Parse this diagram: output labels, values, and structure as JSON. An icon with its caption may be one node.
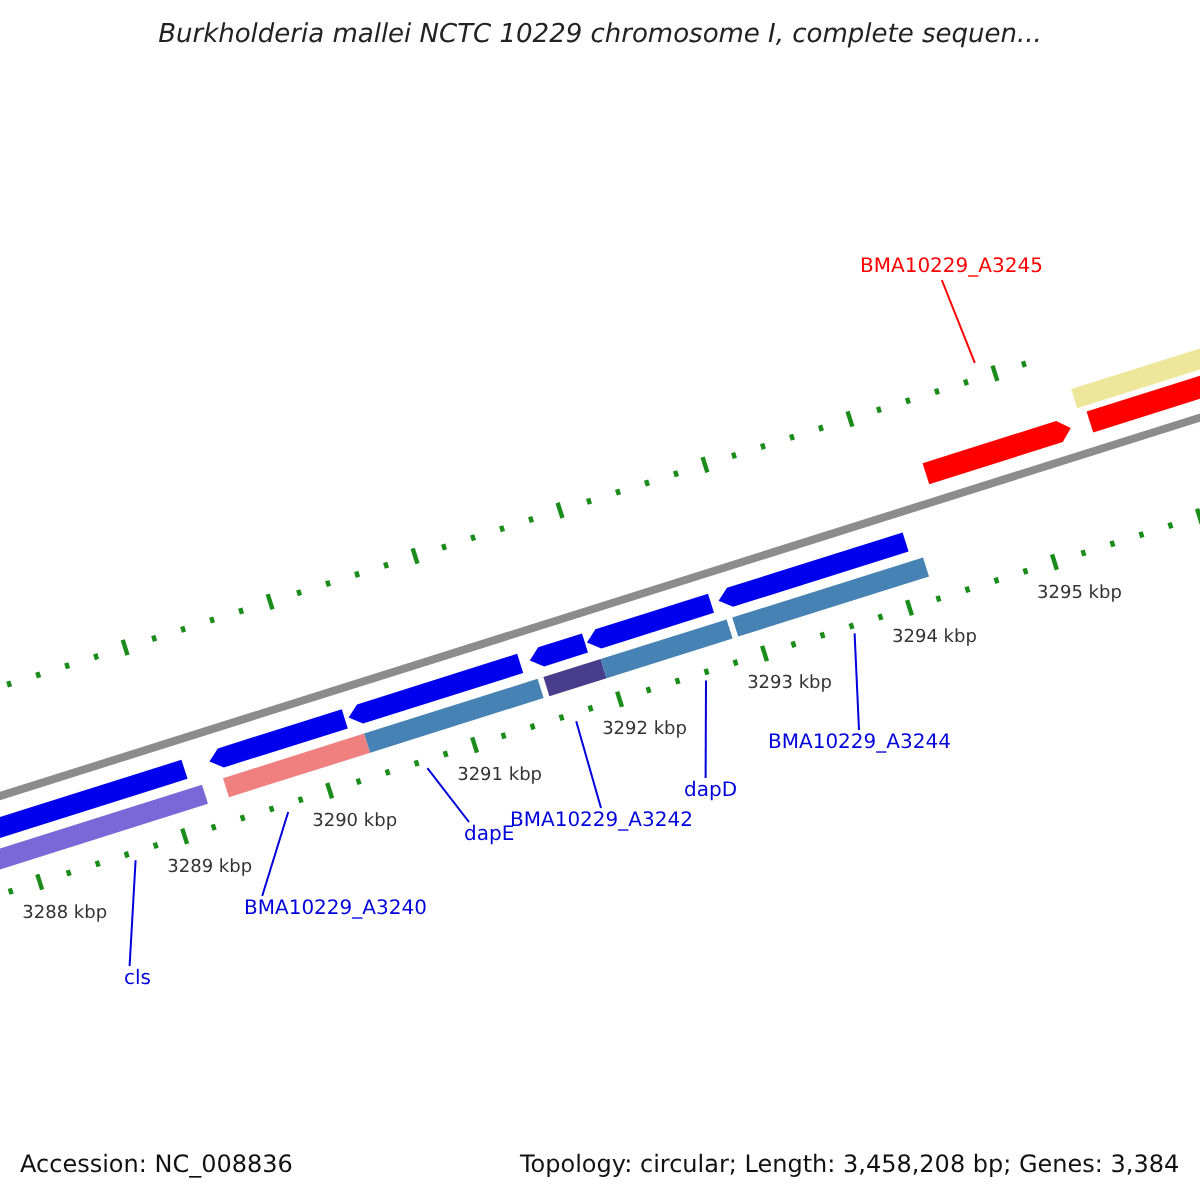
{
  "diagram": {
    "title": "Burkholderia mallei NCTC 10229 chromosome I, complete sequen...",
    "nodes": [
      {
        "text": [
          "BMA10229_A3245"
        ]
      },
      {
        "text": [
          "BMA10229_A3244"
        ]
      },
      {
        "text": [
          "dapD"
        ]
      },
      {
        "text": [
          "BMA10229_A3242"
        ]
      },
      {
        "text": [
          "dapE"
        ]
      },
      {
        "text": [
          "BMA10229_A3240"
        ]
      },
      {
        "text": [
          "cls"
        ]
      }
    ],
    "edges": [
      {
        "from": 0,
        "to": null,
        "arrow": "none",
        "color": "#ff0000"
      },
      {
        "from": 1,
        "to": null,
        "arrow": "none"
      },
      {
        "from": 2,
        "to": null,
        "arrow": "none"
      },
      {
        "from": 3,
        "to": null,
        "arrow": "none"
      },
      {
        "from": 4,
        "to": null,
        "arrow": "none"
      },
      {
        "from": 5,
        "to": null,
        "arrow": "none"
      },
      {
        "from": 6,
        "to": null,
        "arrow": "none"
      }
    ],
    "labels": [
      "3295 kbp",
      "3294 kbp",
      "3293 kbp",
      "3292 kbp",
      "3291 kbp",
      "3290 kbp",
      "3289 kbp",
      "3288 kbp",
      "Accession: NC_008836",
      "Topology: circular; Length: 3,458,208 bp; Genes: 3,384"
    ]
  }
}
